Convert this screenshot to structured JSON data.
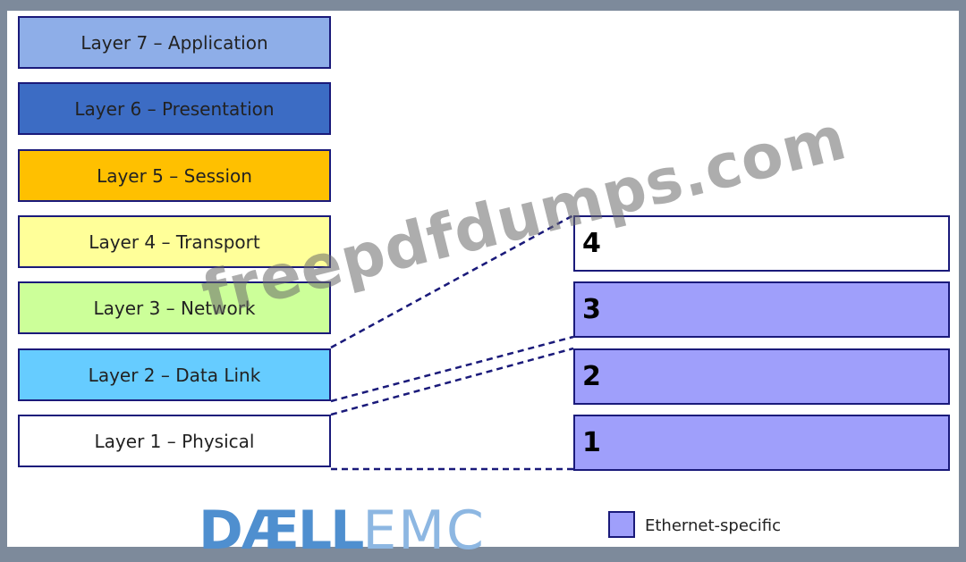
{
  "osi_layers": [
    {
      "label": "Layer 7 – Application",
      "color": "#8eaee8"
    },
    {
      "label": "Layer 6 – Presentation",
      "color": "#3c6cc4"
    },
    {
      "label": "Layer 5 – Session",
      "color": "#ffc000"
    },
    {
      "label": "Layer 4 – Transport",
      "color": "#ffff99"
    },
    {
      "label": "Layer 3 – Network",
      "color": "#ccff99"
    },
    {
      "label": "Layer 2 – Data Link",
      "color": "#66ccff"
    },
    {
      "label": "Layer 1 – Physical",
      "color": "#ffffff"
    }
  ],
  "ethernet_layers": [
    {
      "number": "4",
      "color": "#ffffff"
    },
    {
      "number": "3",
      "color": "#9f9ffb"
    },
    {
      "number": "2",
      "color": "#9f9ffb"
    },
    {
      "number": "1",
      "color": "#9f9ffb"
    }
  ],
  "legend": {
    "label": "Ethernet-specific",
    "color": "#9f9ffb"
  },
  "logo": {
    "part1": "DÆLL",
    "part2": "EMC"
  },
  "watermark": "freepdfdumps.com"
}
